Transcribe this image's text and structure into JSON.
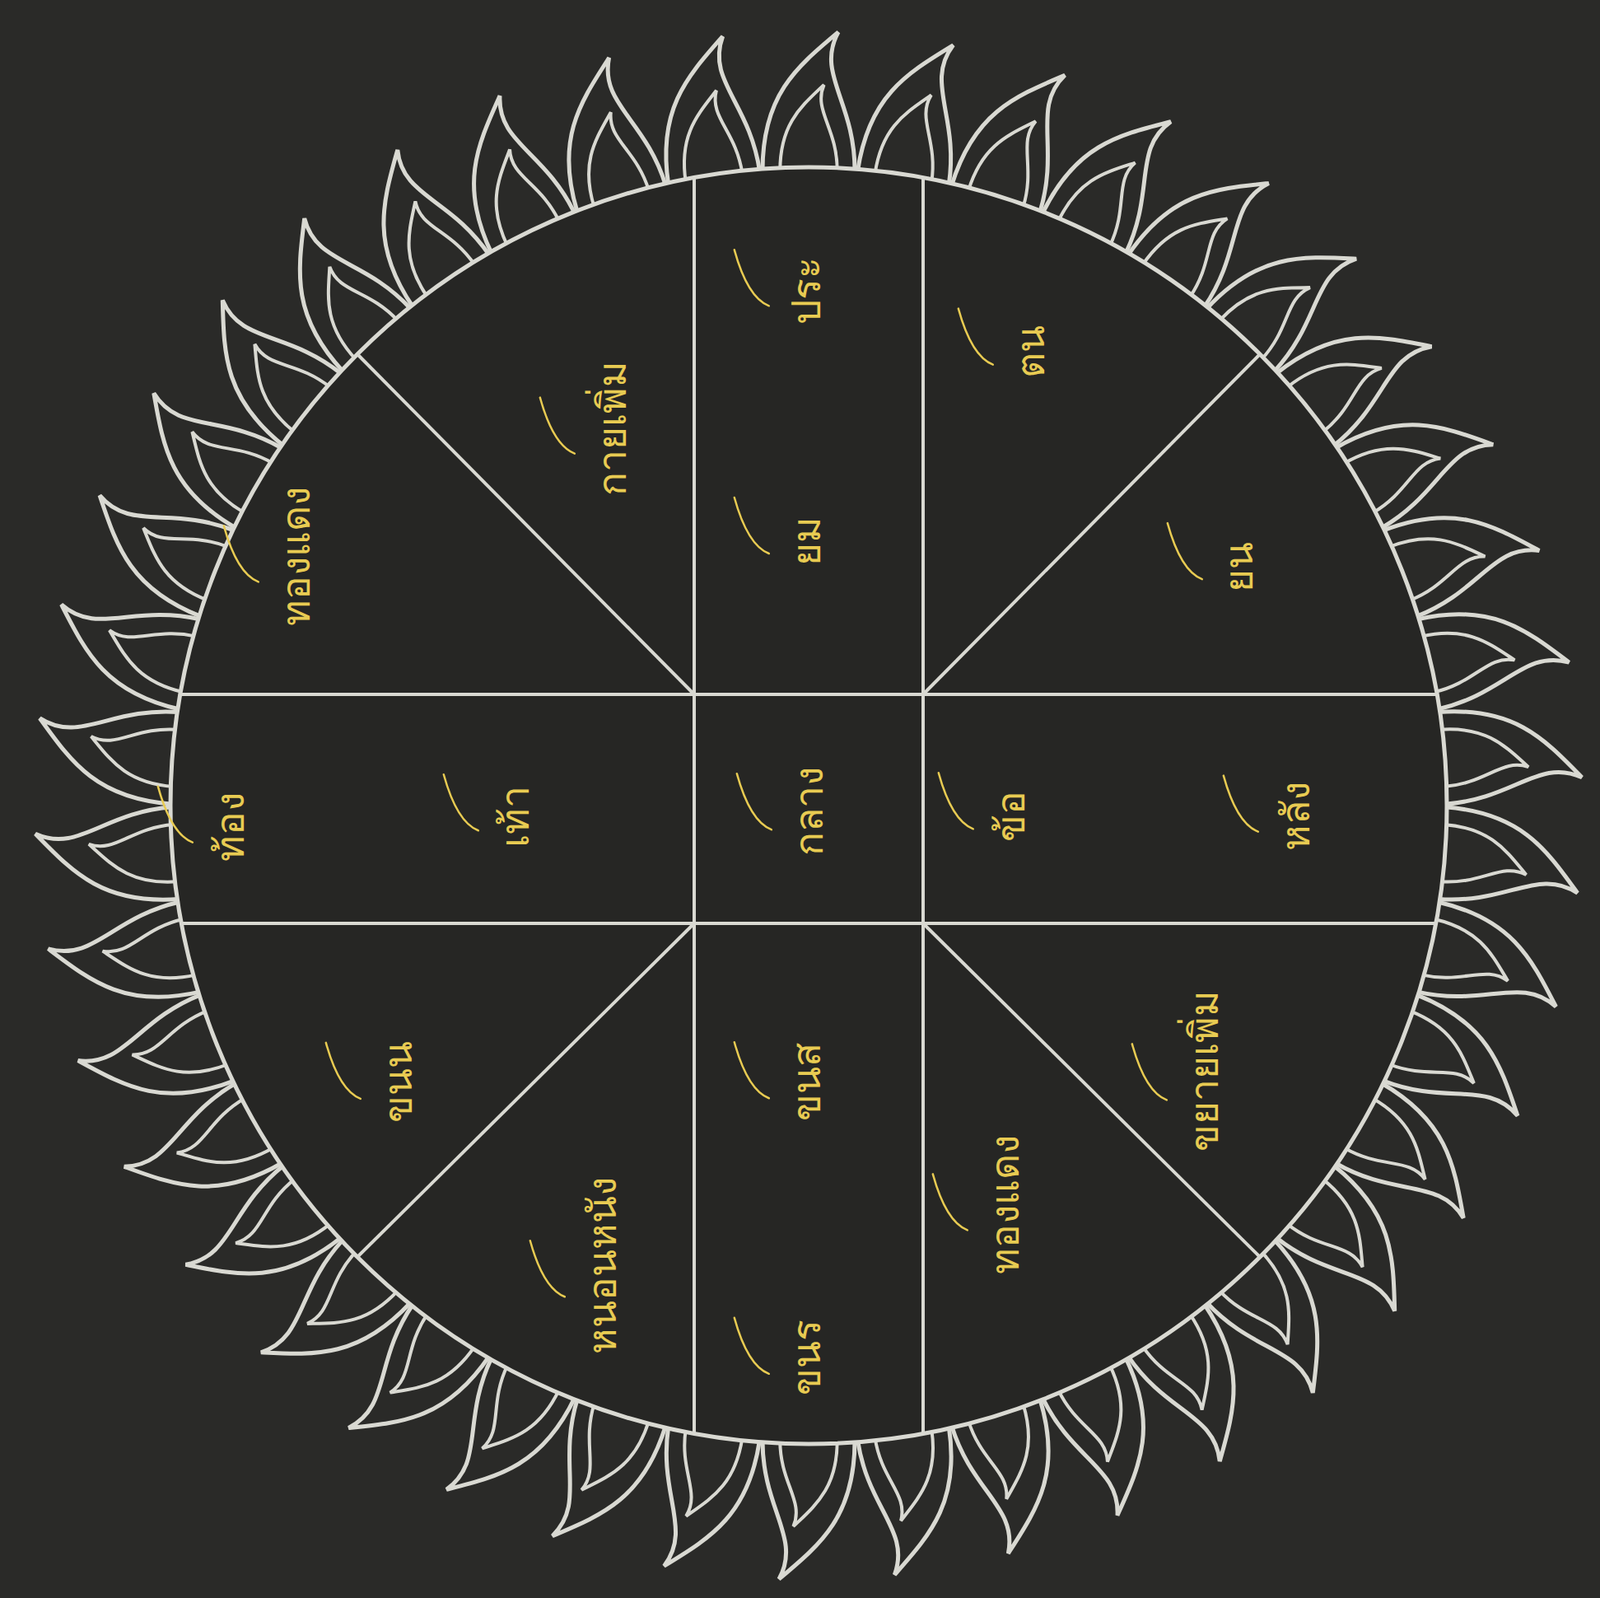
{
  "diagram": {
    "nodes": [
      {
        "text": [
          "กายเพิ่ม"
        ]
      },
      {
        "text": [
          "ประ",
          "ยม"
        ]
      },
      {
        "text": [
          "ตน"
        ]
      },
      {
        "text": [
          "ทองแดง"
        ]
      },
      {
        "text": [
          "ยน"
        ]
      },
      {
        "text": [
          "ท้อง",
          "เท้า"
        ]
      },
      {
        "text": [
          "กลาง"
        ]
      },
      {
        "text": [
          "หลัง",
          "ข้อ"
        ]
      },
      {
        "text": [
          "ขนน"
        ]
      },
      {
        "text": [
          "ขยายเพิ่ม"
        ]
      },
      {
        "text": [
          "หนอนหนัง"
        ]
      },
      {
        "text": [
          "ขนส",
          "ขนร"
        ]
      },
      {
        "text": [
          "ทองแดง"
        ]
      }
    ]
  }
}
